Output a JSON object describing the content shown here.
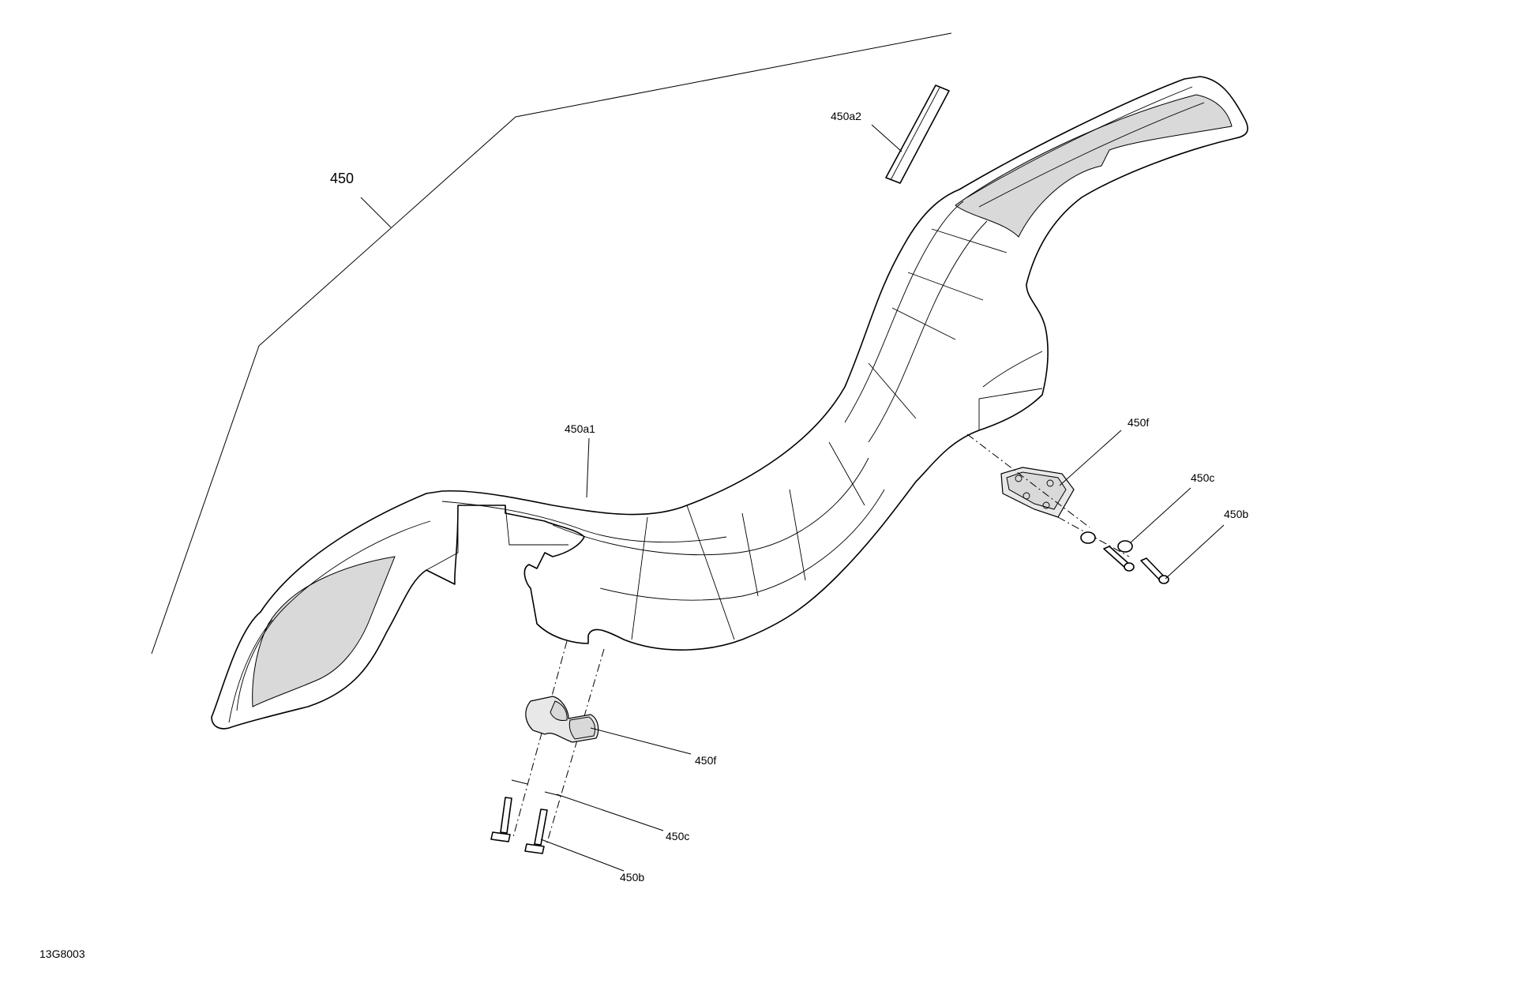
{
  "callouts": {
    "assembly": "450",
    "protector_upper": "450a2",
    "protector_main": "450a1",
    "clamp_right": "450f",
    "washer_right": "450c",
    "screw_right": "450b",
    "clamp_lower": "450f",
    "washer_lower": "450c",
    "screw_lower": "450b"
  },
  "reference_code": "13G8003",
  "colors": {
    "line": "#000000",
    "shading": "#d9d9d9",
    "background": "#ffffff"
  }
}
